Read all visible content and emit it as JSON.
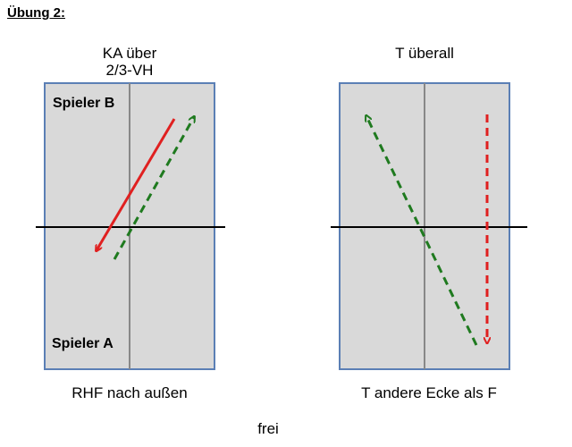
{
  "heading": "Übung 2:",
  "left_panel": {
    "title_line1": "KA über",
    "title_line2": "2/3-VH",
    "player_top": "Spieler B",
    "player_bottom": "Spieler A",
    "caption": "RHF nach außen"
  },
  "right_panel": {
    "title": "T überall",
    "caption": "T andere Ecke als F"
  },
  "footer": "frei",
  "colors": {
    "table_fill": "#d9d9d9",
    "table_border": "#5b7fb5",
    "center_line": "#888888",
    "net": "#000000",
    "solid_arrow": "#e02020",
    "dashed_green": "#1f7a1f",
    "dashed_red": "#e02020"
  }
}
